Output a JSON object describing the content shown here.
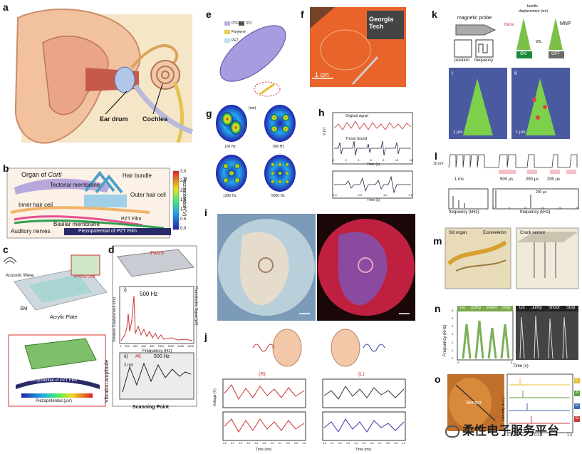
{
  "panels": {
    "a": {
      "letter": "a",
      "ear_drum": "Ear drum",
      "cochlea": "Cochlea"
    },
    "b": {
      "letter": "b",
      "title": "Organ of ",
      "title_italic": "Corti",
      "hair_bundle": "Hair bundle",
      "tectorial": "Tectorial membrane",
      "outer_hair": "Outer hair cell",
      "inner_hair": "Inner hair cell",
      "auditory": "Auditory nerves",
      "basilar": "Basilar membrane",
      "pzt_film": "PZT Film",
      "pzt_bar": "Piezopotential of PZT Film",
      "cb_label": "Piezopotential (V)",
      "cb_ticks": [
        "3.0",
        "2.5",
        "2.0",
        "1.5",
        "1.0",
        "0.5",
        "0.0"
      ]
    },
    "c": {
      "letter": "c",
      "acoustic": "Acoustic Wave",
      "sm": "SM",
      "acrylic": "Acrylic Plate",
      "unit": "iPANS Unit",
      "pzt_bar": "Piezopotential of PZT Film",
      "cb_label": "Piezopotential (µV)"
    },
    "d": {
      "letter": "d",
      "ipans": "iPANS",
      "sub1": "i)",
      "freq500": "500 Hz",
      "xlabel": "Frequency (Hz)",
      "ylabel_l": "Vibration Displacement (nm)",
      "ylabel_r": "Piezoelectric Signal (µV)",
      "xticks": [
        "0",
        "200",
        "400",
        "600",
        "800",
        "1000",
        "1200",
        "1400",
        "1600"
      ],
      "sub2": "ii)",
      "tag": "#8",
      "freq500b": "500 Hz",
      "nm": "2 nm",
      "vib_amp": "Vibration Amplitude",
      "scan": "Scanning Point"
    },
    "e": {
      "letter": "e",
      "legend": [
        "PTFE",
        "ITO",
        "Parylene",
        "PET"
      ]
    },
    "f": {
      "letter": "f",
      "scale": "1 cm",
      "inset": "Georgia Tech"
    },
    "g": {
      "letter": "g",
      "freqs": [
        "100 Hz",
        "900 Hz",
        "1300 Hz",
        "5000 Hz"
      ],
      "unit": "(nm)"
    },
    "h": {
      "letter": "h",
      "orig": "Original signal",
      "throat": "Throat Sound",
      "time1": "Time (s)",
      "time2": "Time (s)",
      "ylab": "V (V)",
      "xt1": [
        "0",
        "2",
        "4",
        "6",
        "8",
        "10",
        "12"
      ],
      "xt2": [
        "0.0",
        "0.5",
        "1.0",
        "1.5"
      ]
    },
    "i": {
      "letter": "i"
    },
    "j": {
      "letter": "j",
      "R": "(R)",
      "L": "(L)",
      "ylab": "Voltage (V)",
      "xlab": "Time (ms)",
      "xticks": [
        "0.0",
        "0.1",
        "0.2",
        "0.3",
        "0.4",
        "0.5",
        "0.6",
        "0.7",
        "0.8",
        "0.9",
        "1.0"
      ]
    },
    "k": {
      "letter": "k",
      "probe": "magnetic probe",
      "position": "position",
      "frequency": "frequency",
      "bundle": "bundle",
      "displacement": "displacement (nm)",
      "force": "force",
      "mnp": "MNP",
      "vs": "vs.",
      "on": "ON",
      "off": "OFF",
      "i": "i",
      "ii": "ii",
      "scale1": "1 µm",
      "scale2": "1 µm"
    },
    "l": {
      "letter": "l",
      "ms": "1 ms",
      "us500": "500 µs",
      "us250": "250 µs",
      "us200": "200 µs",
      "us200b": "200 µs",
      "mv": "10 mV",
      "xlab1": "frequency (kHz)",
      "xlab2": "frequency (kHz)",
      "xt2": [
        "0",
        "5",
        "10",
        "15",
        "20",
        "25"
      ]
    },
    "m": {
      "letter": "m",
      "slit": "Slit organ",
      "exo": "Exoskeleton",
      "crack": "Crack sensor"
    },
    "n": {
      "letter": "n",
      "words": [
        "Go",
        "Jump",
        "Shoot",
        "Stop"
      ],
      "ylab": "Frequency (kHz)",
      "xlab": "Time (s)",
      "yt": [
        "0",
        "1",
        "2",
        "3",
        "4",
        "5",
        "6"
      ],
      "xt": [
        "0",
        "5"
      ]
    },
    "o": {
      "letter": "o",
      "sensor": "Sensor",
      "ylab": "Intensity (a.u.)",
      "legend": [
        "E",
        "A",
        "D",
        "G"
      ],
      "xt": [
        "0.1",
        "0.3",
        "1.4"
      ]
    }
  },
  "watermark": "柔性电子服务平台",
  "colors": {
    "skin": "#e9b98c",
    "purple": "#a88fd0",
    "orange": "#e8631a",
    "red": "#c8282a",
    "blue": "#3a4aa0",
    "green": "#5aa23a"
  }
}
